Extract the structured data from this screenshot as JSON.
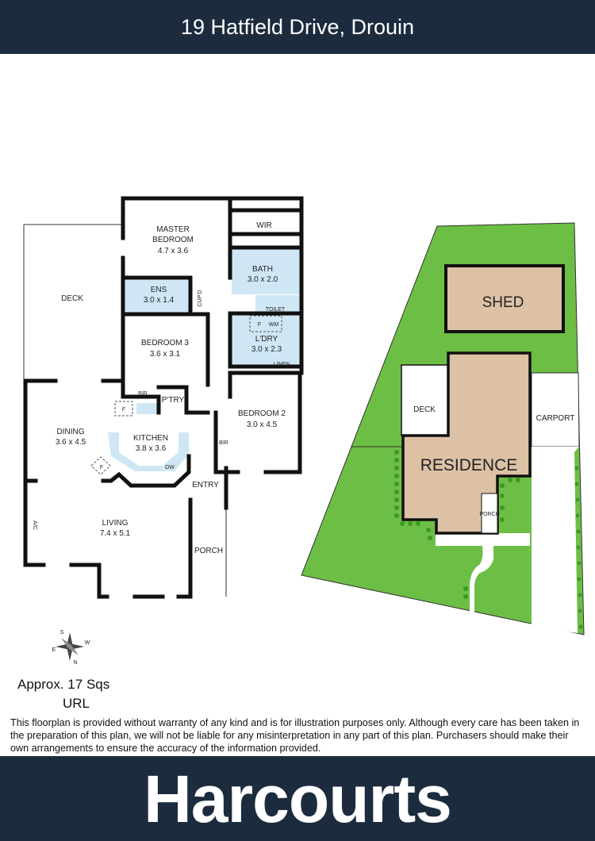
{
  "header": {
    "title": "19 Hatfield Drive, Drouin"
  },
  "floorplan": {
    "rooms": {
      "master": {
        "name1": "MASTER",
        "name2": "BEDROOM",
        "size": "4.7 x 3.6"
      },
      "wir": {
        "name": "WIR"
      },
      "bath": {
        "name": "BATH",
        "size": "3.0 x 2.0"
      },
      "ens": {
        "name": "ENS",
        "size": "3.0 x 1.4"
      },
      "cupd": {
        "name": "CUP'D"
      },
      "toilet": {
        "name": "TOILET"
      },
      "laundry": {
        "name": "L'DRY",
        "size": "3.0 x 2.3",
        "wm": "WM",
        "f": "F"
      },
      "linen": {
        "name": "LINEN"
      },
      "deck": {
        "name": "DECK"
      },
      "bed3": {
        "name": "BEDROOM 3",
        "size": "3.6 x 3.1"
      },
      "bir1": {
        "name": "BIR"
      },
      "pantry": {
        "name": "P'TRY"
      },
      "bed2": {
        "name": "BEDROOM 2",
        "size": "3.0 x 4.5"
      },
      "bir2": {
        "name": "BIR"
      },
      "dining": {
        "name": "DINING",
        "size": "3.6 x 4.5"
      },
      "kitchen": {
        "name": "KITCHEN",
        "size": "3.8 x 3.6",
        "dw": "DW"
      },
      "fridge1": {
        "name": "F"
      },
      "fireplace": {
        "name": "F"
      },
      "entry": {
        "name": "ENTRY"
      },
      "living": {
        "name": "LIVING",
        "size": "7.4 x 5.1"
      },
      "ac": {
        "name": "A/C"
      },
      "porch": {
        "name": "PORCH"
      }
    },
    "compass": {
      "n": "N",
      "s": "S",
      "e": "E",
      "w": "W"
    }
  },
  "siteplan": {
    "shed": "SHED",
    "residence": "RESIDENCE",
    "deck": "DECK",
    "carport": "CARPORT",
    "porch": "PORCH",
    "colors": {
      "lawn": "#6dbe45",
      "building": "#dcc1a5",
      "wet_area": "#cfe7f4",
      "brand_navy": "#1c2b3e"
    }
  },
  "info": {
    "area": "Approx. 17 Sqs",
    "url": "URL",
    "disclaimer": "This floorplan is provided without warranty of any kind and is for illustration purposes only. Although every care has been taken in the preparation of this plan, we will not be liable for any misinterpretation in any part of this plan. Purchasers should make their own arrangements to ensure the accuracy of the information provided."
  },
  "footer": {
    "brand": "Harcourts"
  }
}
